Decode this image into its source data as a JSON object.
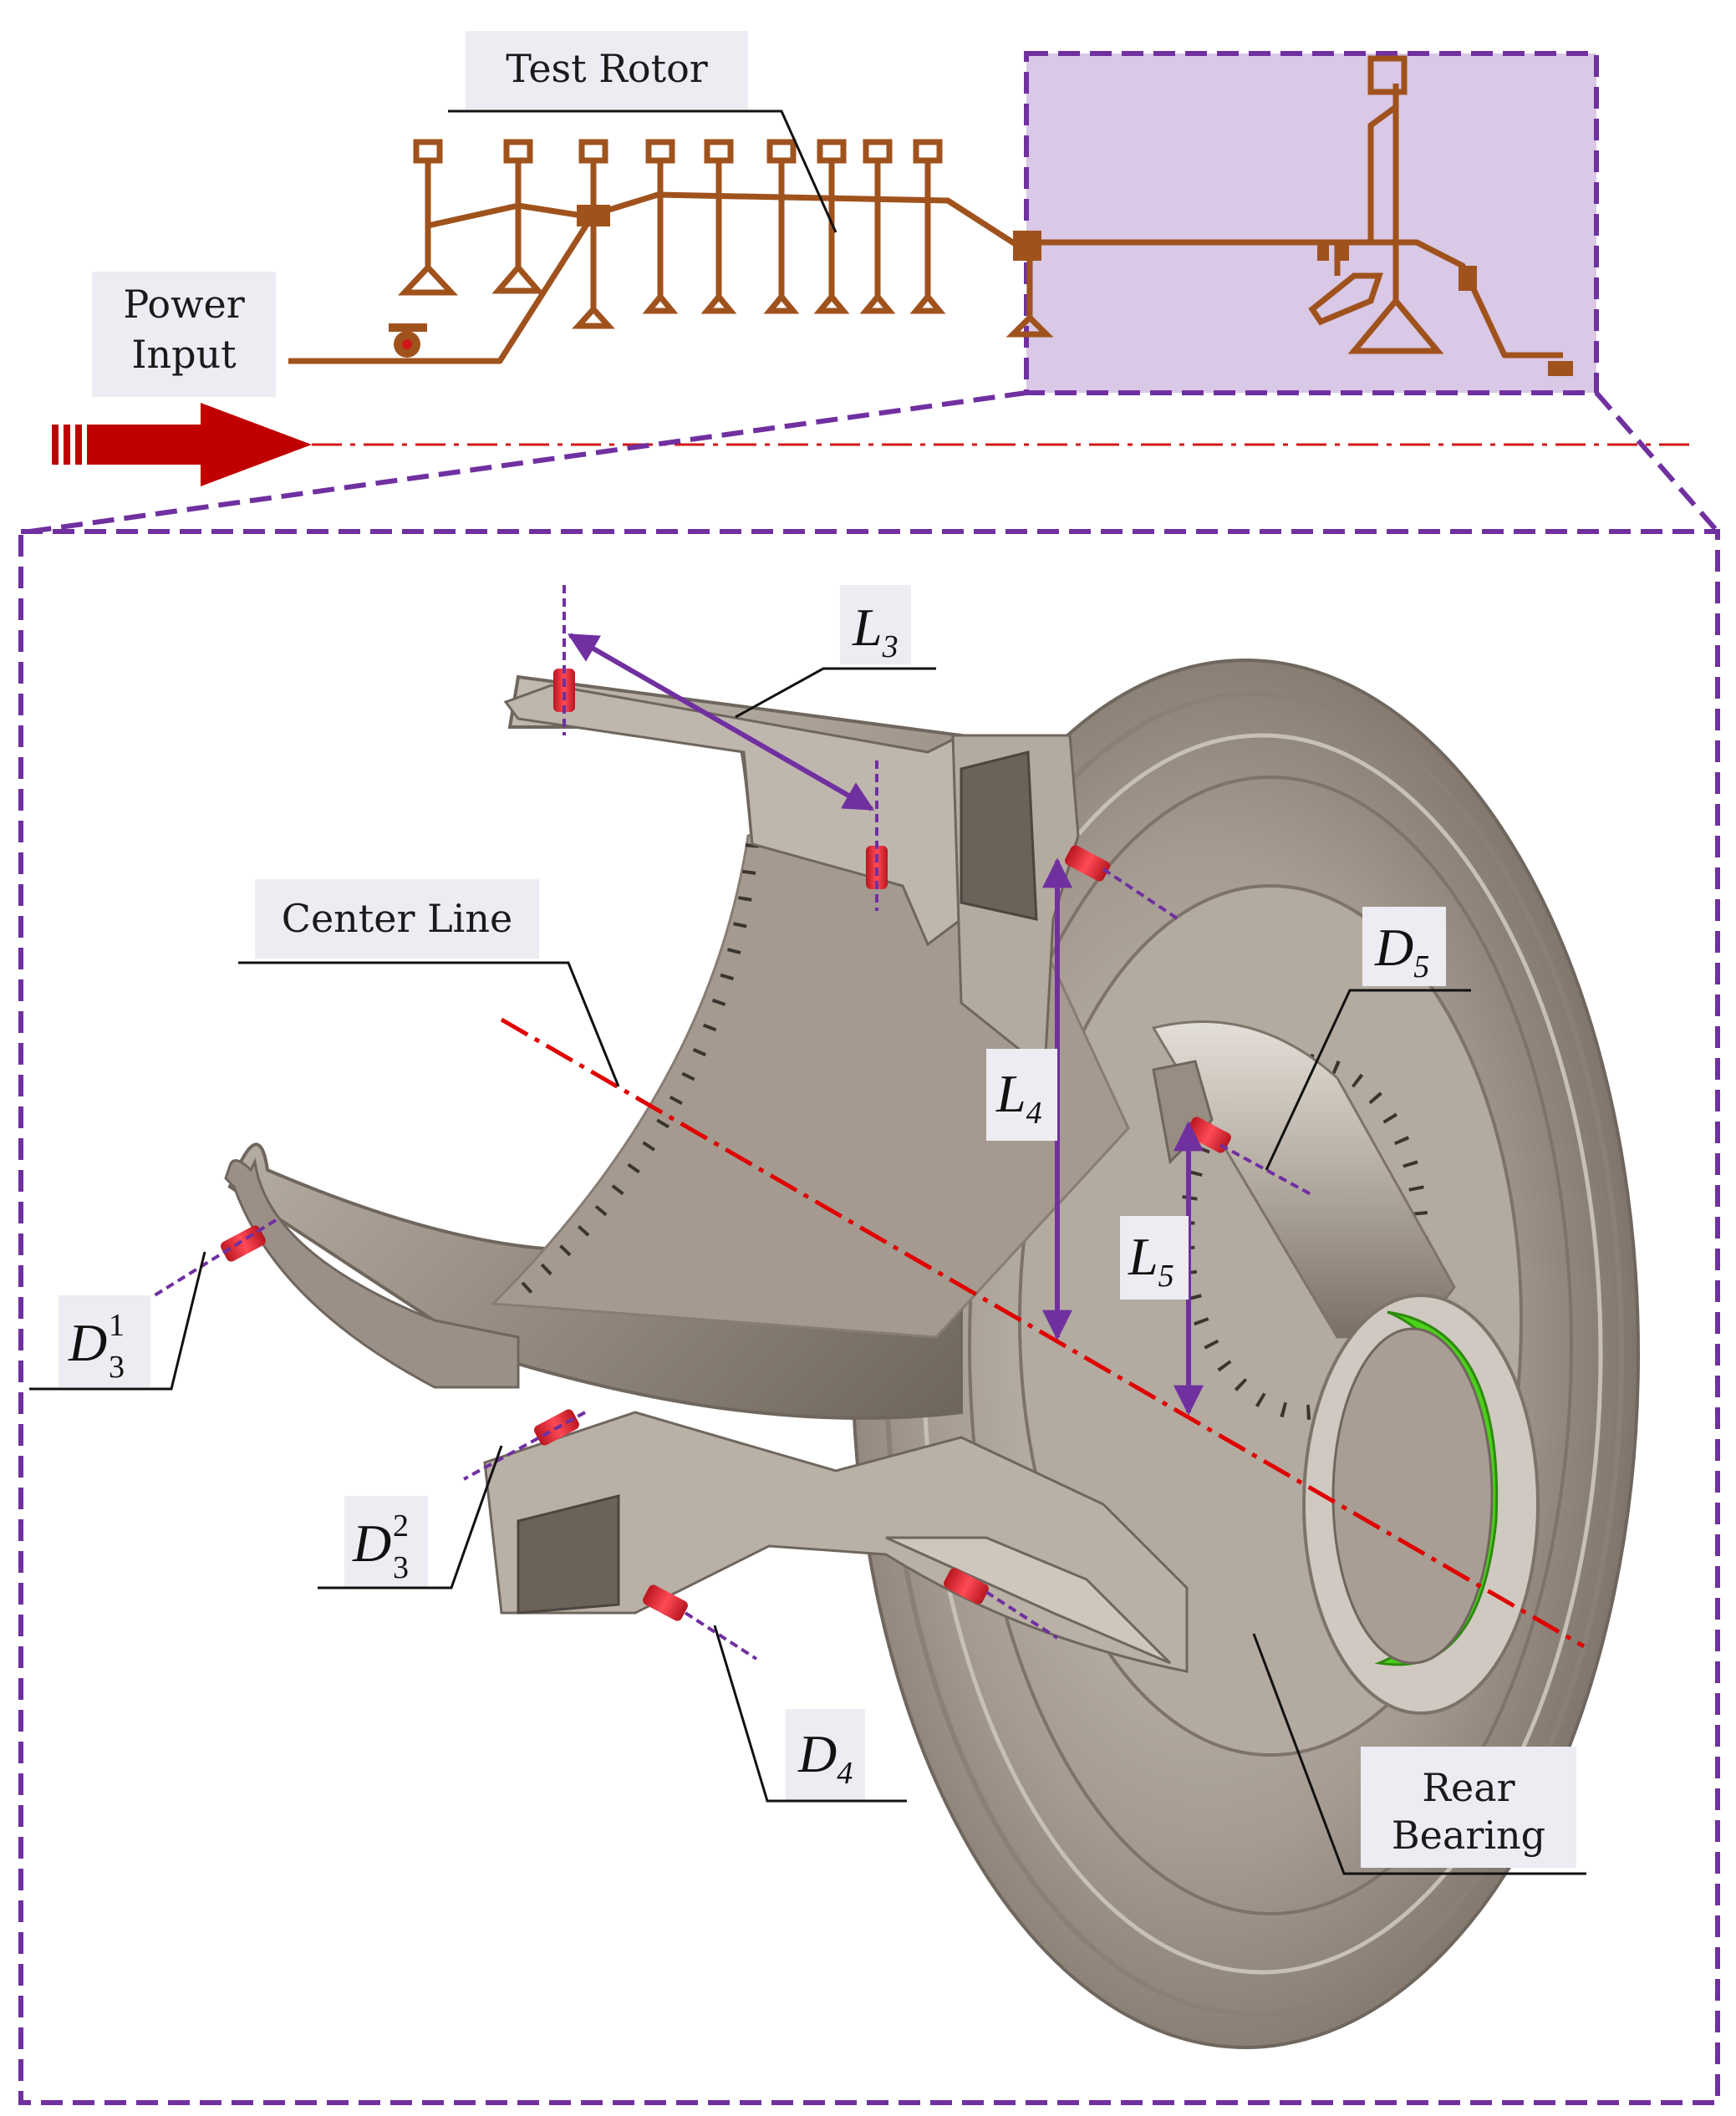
{
  "labels": {
    "test_rotor": "Test Rotor",
    "power_input_line1": "Power",
    "power_input_line2": "Input",
    "center_line": "Center Line",
    "rear_bearing_line1": "Rear",
    "rear_bearing_line2": "Bearing"
  },
  "symbols": {
    "L3": {
      "letter": "L",
      "sub": "3"
    },
    "L4": {
      "letter": "L",
      "sub": "4"
    },
    "L5": {
      "letter": "L",
      "sub": "5"
    },
    "D5": {
      "letter": "D",
      "sub": "5"
    },
    "D4": {
      "letter": "D",
      "sub": "4"
    },
    "D3_1": {
      "letter": "D",
      "sub": "3",
      "sup": "1"
    },
    "D3_2": {
      "letter": "D",
      "sub": "3",
      "sup": "2"
    }
  },
  "colors": {
    "rotor_schematic": "#a0521d",
    "zoom_border": "#7030a0",
    "zoom_fill": "#d9c8e6",
    "arrow_red": "#c00000",
    "center_line": "#e00000",
    "sensor": "#e8232f",
    "bearing_green": "#4cd01a",
    "metal": "#a29a90"
  }
}
